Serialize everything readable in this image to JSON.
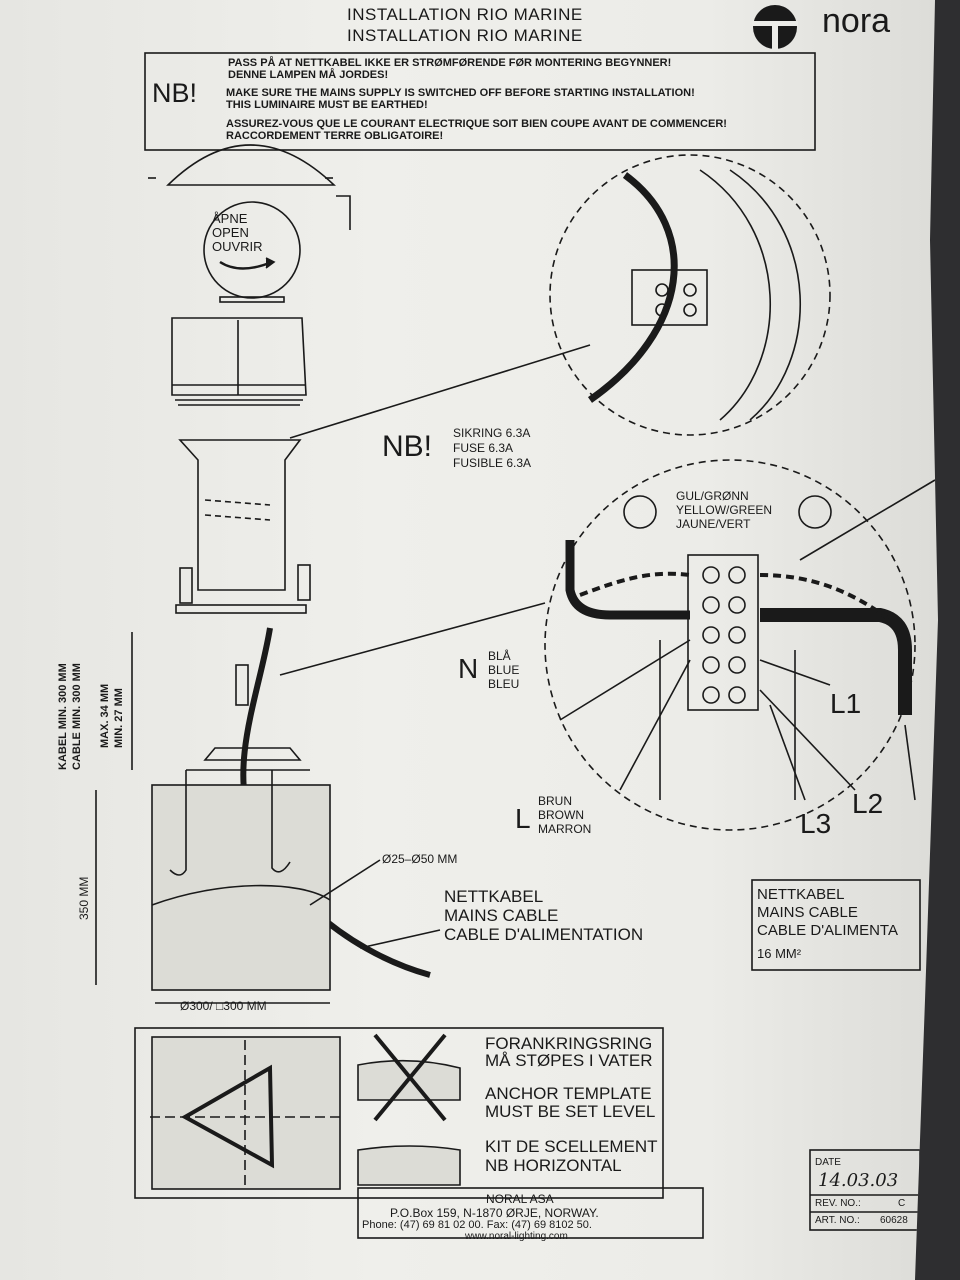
{
  "header": {
    "title_line1": "INSTALLATION RIO MARINE",
    "title_line2": "INSTALLATION RIO MARINE",
    "brand": "nora"
  },
  "warning": {
    "nb": "NB!",
    "norwegian_1": "PASS PÅ AT NETTKABEL IKKE ER STRØMFØRENDE FØR MONTERING BEGYNNER!",
    "norwegian_2": "DENNE LAMPEN MÅ JORDES!",
    "english_1": "MAKE SURE THE MAINS SUPPLY IS SWITCHED OFF BEFORE STARTING INSTALLATION!",
    "english_2": "THIS LUMINAIRE MUST BE EARTHED!",
    "french_1": "ASSUREZ-VOUS QUE LE COURANT ELECTRIQUE SOIT BIEN COUPE AVANT DE COMMENCER!",
    "french_2": "RACCORDEMENT TERRE OBLIGATOIRE!"
  },
  "open_label": [
    "ÅPNE",
    "OPEN",
    "OUVRIR"
  ],
  "fuse": {
    "nb": "NB!",
    "lines": [
      "SIKRING 6.3A",
      "FUSE 6.3A",
      "FUSIBLE 6.3A"
    ]
  },
  "earth": [
    "GUL/GRØNN",
    "YELLOW/GREEN",
    "JAUNE/VERT"
  ],
  "neutral": {
    "letter": "N",
    "lines": [
      "BLÅ",
      "BLUE",
      "BLEU"
    ]
  },
  "live": {
    "letter": "L",
    "lines": [
      "BRUN",
      "BROWN",
      "MARRON"
    ]
  },
  "phases": {
    "l1": "L1",
    "l2": "L2",
    "l3": "L3"
  },
  "dimensions": {
    "cable": [
      "KABEL MIN. 300 MM",
      "CABLE MIN. 300 MM"
    ],
    "max_min": [
      "MAX. 34 MM",
      "MIN. 27 MM"
    ],
    "depth": "350 MM",
    "conduit": "Ø25–Ø50 MM",
    "base": "Ø300/ □300 MM"
  },
  "mains_cable": [
    "NETTKABEL",
    "MAINS CABLE",
    "CABLE D'ALIMENTATION"
  ],
  "mains_box": [
    "NETTKABEL",
    "MAINS CABLE",
    "CABLE D'ALIMENTA",
    "16 MM²"
  ],
  "anchor": {
    "line1": "FORANKRINGSRING",
    "line2": "MÅ STØPES I VATER",
    "line3": "ANCHOR TEMPLATE",
    "line4": "MUST BE SET LEVEL",
    "line5": "KIT DE SCELLEMENT",
    "line6": "NB HORIZONTAL"
  },
  "footer": {
    "company": "NORAL ASA",
    "address": "P.O.Box 159, N-1870 ØRJE, NORWAY.",
    "phone": "Phone: (47) 69 81 02 00. Fax: (47) 69 8102 50.",
    "web": "www.noral-lighting.com"
  },
  "title_block": {
    "date_label": "DATE",
    "date_value": "14.03.03",
    "rev_label": "REV. NO.:",
    "rev_value": "C",
    "art_label": "ART. NO.:",
    "art_value": "60628"
  },
  "colors": {
    "ink": "#1a1a1a",
    "paper": "#ecece8",
    "background": "#2e2e30"
  }
}
